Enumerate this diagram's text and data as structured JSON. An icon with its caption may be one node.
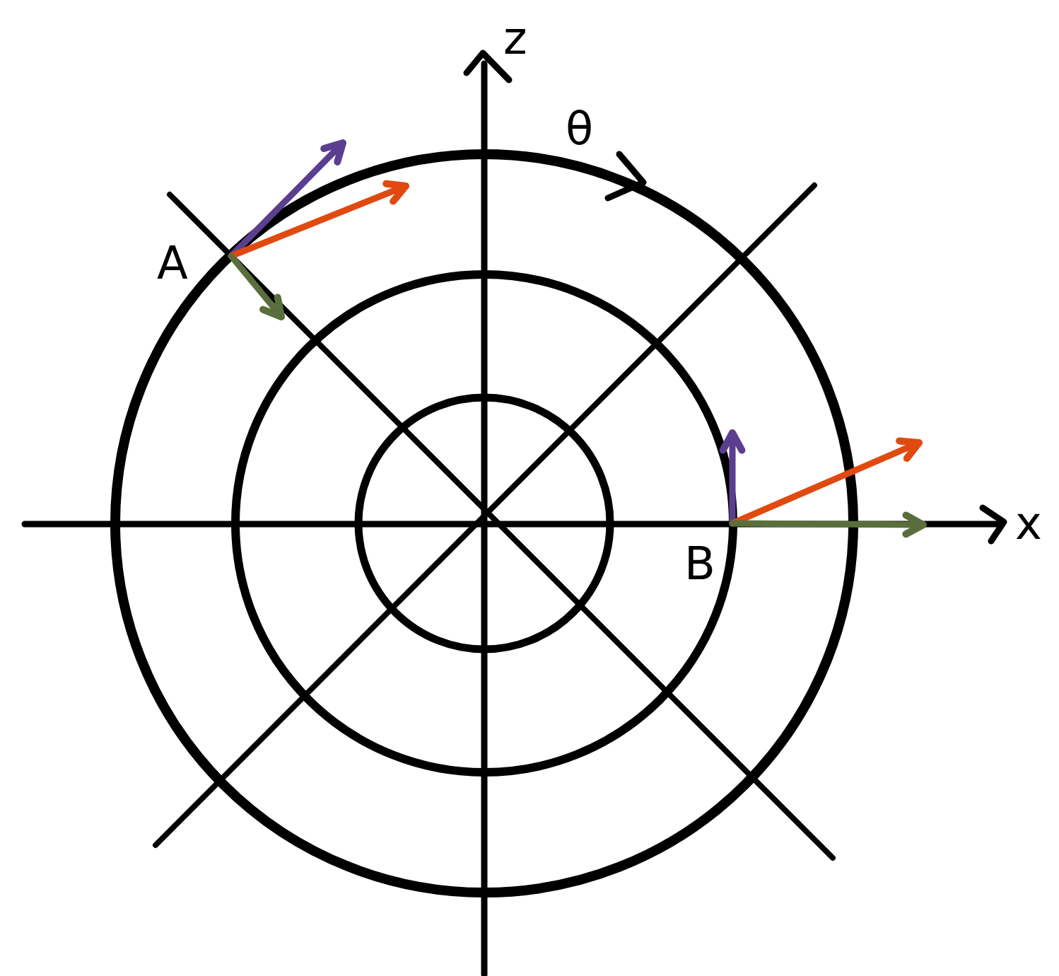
{
  "diagram": {
    "labels": [
      "z",
      "θ",
      "A",
      "x",
      "B"
    ]
  }
}
